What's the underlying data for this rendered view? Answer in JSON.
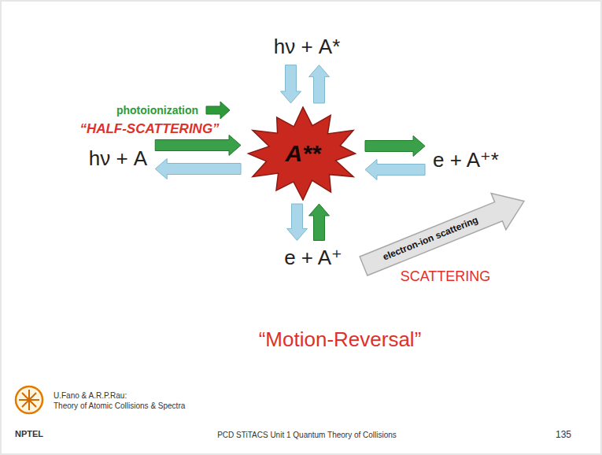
{
  "diagram": {
    "nodes": [
      {
        "text": [
          "hν + A*"
        ]
      },
      {
        "text": [
          "hν + A"
        ]
      },
      {
        "text": [
          "A**"
        ]
      },
      {
        "text": [
          "e + A⁺*"
        ]
      },
      {
        "text": [
          "e + A⁺"
        ]
      }
    ],
    "edges": [
      {
        "from": 0,
        "to": 2,
        "arrow": "to"
      },
      {
        "from": 2,
        "to": 0,
        "arrow": "to"
      },
      {
        "from": 1,
        "to": 2,
        "arrow": "to"
      },
      {
        "from": 2,
        "to": 1,
        "arrow": "to"
      },
      {
        "from": 2,
        "to": 3,
        "arrow": "to"
      },
      {
        "from": 3,
        "to": 2,
        "arrow": "to"
      },
      {
        "from": 2,
        "to": 4,
        "arrow": "to"
      },
      {
        "from": 4,
        "to": 2,
        "arrow": "to"
      }
    ],
    "labels": [
      "photoionization",
      "“HALF-SCATTERING”",
      "electron-ion scattering",
      "SCATTERING",
      "“Motion-Reversal”",
      "U.Fano & A.R.P.Rau:",
      "Theory of Atomic Collisions & Spectra",
      "NPTEL",
      "PCD STiTACS Unit 1 Quantum Theory of Collisions",
      "135"
    ]
  }
}
